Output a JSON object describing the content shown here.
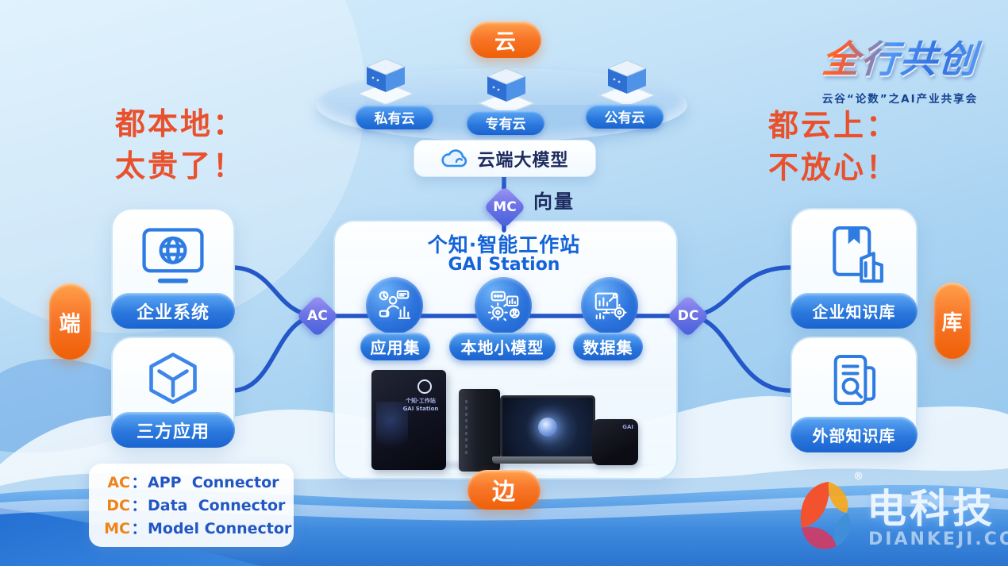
{
  "branding": {
    "event_title": "全行共创",
    "event_subtitle": "云谷“论数”之AI产业共享会",
    "media_name": "电科技",
    "media_domain": "DIANKEJI.COM",
    "registered_mark": "®"
  },
  "zones": {
    "cloud": "云",
    "edge": "边",
    "terminal": "端",
    "knowledge": "库"
  },
  "cloud_layer": {
    "clouds": [
      {
        "label": "私有云"
      },
      {
        "label": "专有云"
      },
      {
        "label": "公有云"
      }
    ],
    "model_label": "云端大模型",
    "vector_label": "向量"
  },
  "station": {
    "title_cn": "个知·智能工作站",
    "title_en": "GAI Station",
    "modules": [
      {
        "label": "应用集"
      },
      {
        "label": "本地小模型"
      },
      {
        "label": "数据集"
      }
    ],
    "device_label_cn": "个知·工作站",
    "device_label_en": "GAI Station",
    "device_badge": "GAI"
  },
  "callouts": {
    "left": {
      "line1": "都本地：",
      "line2": "太贵了！"
    },
    "right": {
      "line1": "都云上：",
      "line2": "不放心！"
    }
  },
  "terminal_nodes": [
    {
      "label": "企业系统"
    },
    {
      "label": "三方应用"
    }
  ],
  "knowledge_nodes": [
    {
      "label": "企业知识库"
    },
    {
      "label": "外部知识库"
    }
  ],
  "connectors": {
    "ac": "AC",
    "dc": "DC",
    "mc": "MC"
  },
  "legend": [
    {
      "abbr": "AC",
      "colon": "：",
      "desc": "APP  Connector"
    },
    {
      "abbr": "DC",
      "colon": "：",
      "desc": "Data  Connector"
    },
    {
      "abbr": "MC",
      "colon": "：",
      "desc": "Model Connector"
    }
  ],
  "colors": {
    "accent_orange": "#f3660c",
    "connector_blue": "#2457c8",
    "callout_red": "#e9512d",
    "node_label_blue": "#1a64cf",
    "navy_text": "#1d2b5e",
    "station_title_blue": "#1563d8",
    "legend_orange": "#ef8418",
    "legend_blue": "#2156c3"
  }
}
